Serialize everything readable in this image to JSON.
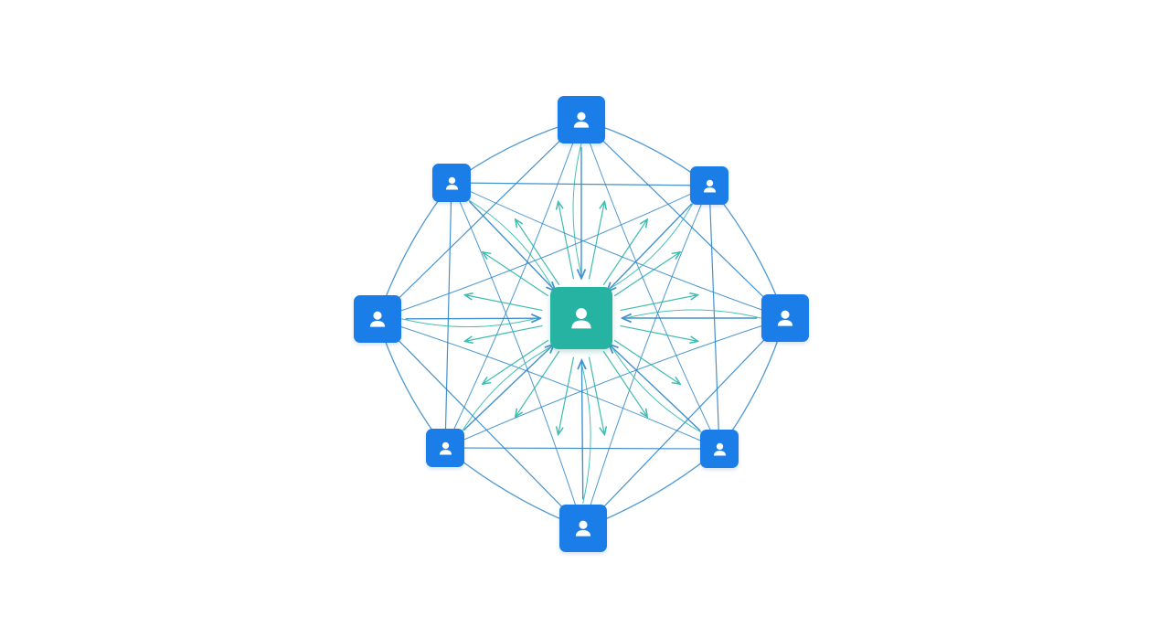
{
  "diagram": {
    "hub": {
      "id": "hub",
      "icon": "user-icon",
      "color": "#26b3a2"
    },
    "peers": [
      {
        "id": "peer-top",
        "icon": "user-icon",
        "color": "#1a7de8"
      },
      {
        "id": "peer-top-right",
        "icon": "user-icon",
        "color": "#1a7de8"
      },
      {
        "id": "peer-right",
        "icon": "user-icon",
        "color": "#1a7de8"
      },
      {
        "id": "peer-bottom-right",
        "icon": "user-icon",
        "color": "#1a7de8"
      },
      {
        "id": "peer-bottom",
        "icon": "user-icon",
        "color": "#1a7de8"
      },
      {
        "id": "peer-bottom-left",
        "icon": "user-icon",
        "color": "#1a7de8"
      },
      {
        "id": "peer-left",
        "icon": "user-icon",
        "color": "#1a7de8"
      },
      {
        "id": "peer-top-left",
        "icon": "user-icon",
        "color": "#1a7de8"
      }
    ],
    "edge_colors": {
      "mesh": "#2f86c9",
      "hub_links": "#27b5a6"
    }
  }
}
